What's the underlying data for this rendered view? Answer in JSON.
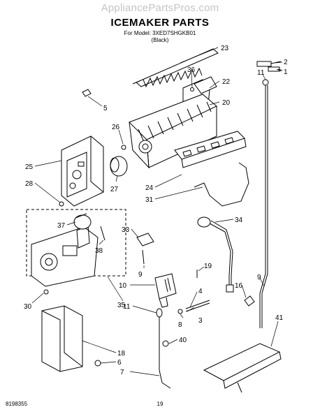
{
  "watermark": "AppliancePartsPros.com",
  "title": "ICEMAKER PARTS",
  "model_line": "For Model: 3XED7SHGKB01",
  "color_line": "(Black)",
  "doc_code": "8198355",
  "page_number": "19",
  "callouts": [
    "23",
    "2",
    "1",
    "11",
    "36",
    "22",
    "5",
    "20",
    "26",
    "25",
    "28",
    "27",
    "24",
    "31",
    "37",
    "38",
    "34",
    "33",
    "9",
    "19",
    "4",
    "16",
    "10",
    "8",
    "3",
    "11",
    "35",
    "30",
    "40",
    "41",
    "18",
    "6",
    "7",
    "9"
  ]
}
